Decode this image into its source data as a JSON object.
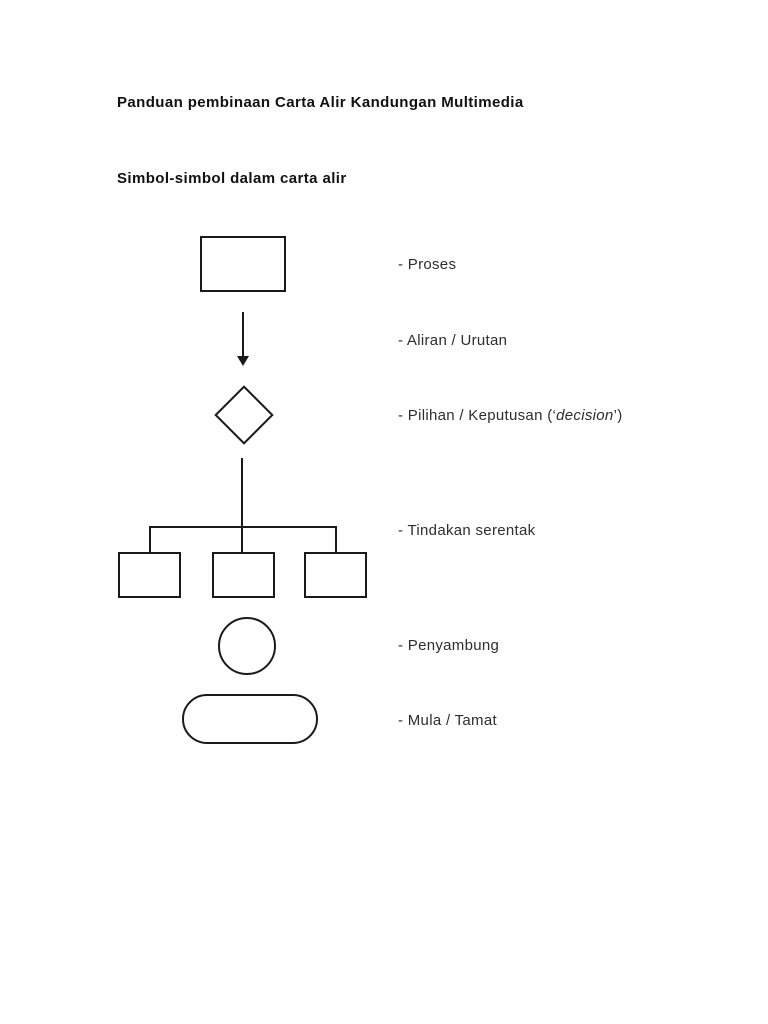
{
  "page": {
    "background_color": "#ffffff",
    "ink_color": "#1a1a1a",
    "text_color": "#2e2e2e"
  },
  "document": {
    "title": "Panduan pembinaan Carta Alir Kandungan Multimedia",
    "section_heading": "Simbol-simbol dalam carta alir"
  },
  "legend": {
    "items": [
      {
        "symbol": "process-rectangle",
        "label": "- Proses"
      },
      {
        "symbol": "flow-arrow",
        "label": "- Aliran / Urutan"
      },
      {
        "symbol": "decision-diamond",
        "label_prefix": "- Pilihan / Keputusan (‘",
        "label_italic": "decision",
        "label_suffix": "’)"
      },
      {
        "symbol": "parallel-actions-tree",
        "label": "- Tindakan serentak"
      },
      {
        "symbol": "connector-circle",
        "label": "- Penyambung"
      },
      {
        "symbol": "terminator-stadium",
        "label": "- Mula / Tamat"
      }
    ]
  }
}
